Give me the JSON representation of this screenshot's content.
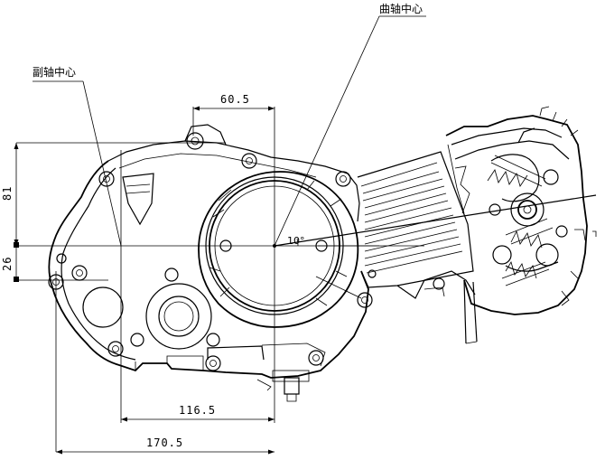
{
  "labels": {
    "crankshaft_center": "曲轴中心",
    "countershaft_center": "副轴中心",
    "angle": "10°"
  },
  "dimensions": {
    "top_horizontal": "60.5",
    "vertical_upper": "81",
    "vertical_lower": "26",
    "bottom_mid": "116.5",
    "bottom_overall": "170.5"
  }
}
